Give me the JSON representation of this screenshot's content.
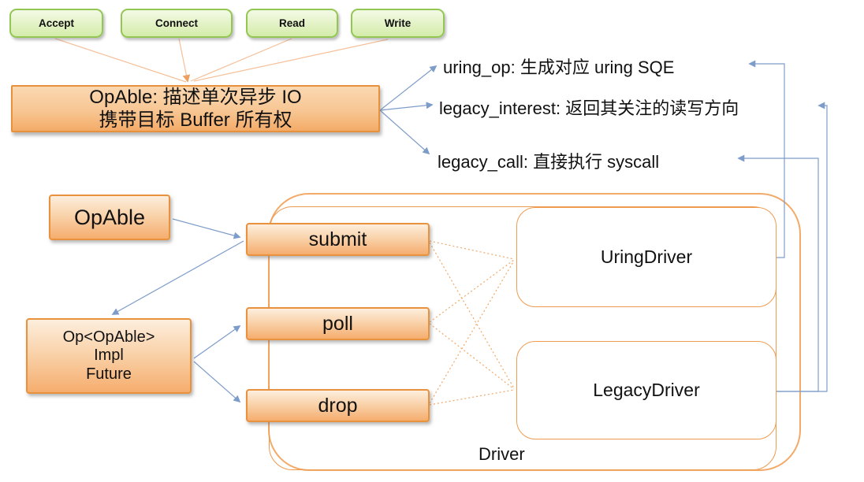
{
  "diagram": {
    "operations": [
      {
        "label": "Accept"
      },
      {
        "label": "Connect"
      },
      {
        "label": "Read"
      },
      {
        "label": "Write"
      }
    ],
    "opable_desc": {
      "line1": "OpAble: 描述单次异步 IO",
      "line2": "携带目标 Buffer 所有权"
    },
    "methods": [
      {
        "label": "uring_op: 生成对应 uring SQE"
      },
      {
        "label": "legacy_interest: 返回其关注的读写方向"
      },
      {
        "label": "legacy_call: 直接执行 syscall"
      }
    ],
    "opable_box": {
      "label": "OpAble"
    },
    "op_impl_box": {
      "line1": "Op<OpAble>",
      "line2": "Impl",
      "line3": "Future"
    },
    "trait_methods": [
      {
        "label": "submit"
      },
      {
        "label": "poll"
      },
      {
        "label": "drop"
      }
    ],
    "drivers": [
      {
        "label": "UringDriver"
      },
      {
        "label": "LegacyDriver"
      }
    ],
    "container_label": "Driver",
    "colors": {
      "orange_border": "#e8923d",
      "orange_fill_bottom": "#f5ad6e",
      "green_border": "#94c653",
      "blue_line": "#7e9cc9",
      "dotted_line": "#f0a868",
      "container_border": "#f3aa69"
    }
  }
}
